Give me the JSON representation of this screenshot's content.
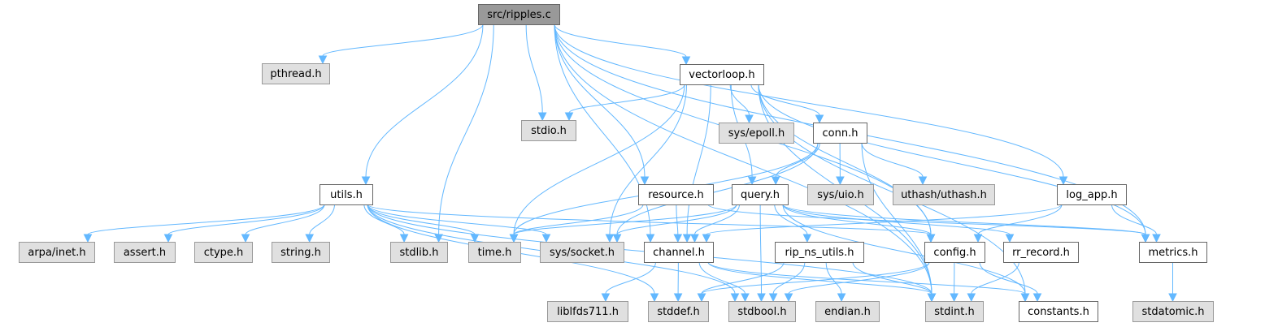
{
  "title": "src/ripples.c",
  "diagram": {
    "type": "include-dependency-graph",
    "colors": {
      "edge": "#63b8ff",
      "root_fill": "#999999",
      "local_fill": "#ffffff",
      "system_fill": "#e0e0e0"
    },
    "nodes": [
      {
        "id": "ripples_c",
        "label": "src/ripples.c",
        "kind": "root"
      },
      {
        "id": "pthread_h",
        "label": "pthread.h",
        "kind": "system"
      },
      {
        "id": "vectorloop_h",
        "label": "vectorloop.h",
        "kind": "local"
      },
      {
        "id": "stdio_h",
        "label": "stdio.h",
        "kind": "system"
      },
      {
        "id": "sys_epoll_h",
        "label": "sys/epoll.h",
        "kind": "system"
      },
      {
        "id": "conn_h",
        "label": "conn.h",
        "kind": "local"
      },
      {
        "id": "utils_h",
        "label": "utils.h",
        "kind": "local"
      },
      {
        "id": "resource_h",
        "label": "resource.h",
        "kind": "local"
      },
      {
        "id": "query_h",
        "label": "query.h",
        "kind": "local"
      },
      {
        "id": "sys_uio_h",
        "label": "sys/uio.h",
        "kind": "system"
      },
      {
        "id": "uthash_h",
        "label": "uthash/uthash.h",
        "kind": "system"
      },
      {
        "id": "log_app_h",
        "label": "log_app.h",
        "kind": "local"
      },
      {
        "id": "arpa_inet_h",
        "label": "arpa/inet.h",
        "kind": "system"
      },
      {
        "id": "assert_h",
        "label": "assert.h",
        "kind": "system"
      },
      {
        "id": "ctype_h",
        "label": "ctype.h",
        "kind": "system"
      },
      {
        "id": "string_h",
        "label": "string.h",
        "kind": "system"
      },
      {
        "id": "stdlib_h",
        "label": "stdlib.h",
        "kind": "system"
      },
      {
        "id": "time_h",
        "label": "time.h",
        "kind": "system"
      },
      {
        "id": "sys_socket_h",
        "label": "sys/socket.h",
        "kind": "system"
      },
      {
        "id": "channel_h",
        "label": "channel.h",
        "kind": "local"
      },
      {
        "id": "rip_ns_utils_h",
        "label": "rip_ns_utils.h",
        "kind": "local"
      },
      {
        "id": "config_h",
        "label": "config.h",
        "kind": "local"
      },
      {
        "id": "rr_record_h",
        "label": "rr_record.h",
        "kind": "local"
      },
      {
        "id": "metrics_h",
        "label": "metrics.h",
        "kind": "local"
      },
      {
        "id": "liblfds711_h",
        "label": "liblfds711.h",
        "kind": "system"
      },
      {
        "id": "stddef_h",
        "label": "stddef.h",
        "kind": "system"
      },
      {
        "id": "stdbool_h",
        "label": "stdbool.h",
        "kind": "system"
      },
      {
        "id": "endian_h",
        "label": "endian.h",
        "kind": "system"
      },
      {
        "id": "stdint_h",
        "label": "stdint.h",
        "kind": "system"
      },
      {
        "id": "constants_h",
        "label": "constants.h",
        "kind": "local"
      },
      {
        "id": "stdatomic_h",
        "label": "stdatomic.h",
        "kind": "system"
      }
    ],
    "edges": [
      [
        "ripples_c",
        "pthread_h"
      ],
      [
        "ripples_c",
        "vectorloop_h"
      ],
      [
        "ripples_c",
        "stdio_h"
      ],
      [
        "ripples_c",
        "utils_h"
      ],
      [
        "ripples_c",
        "stdlib_h"
      ],
      [
        "ripples_c",
        "resource_h"
      ],
      [
        "ripples_c",
        "channel_h"
      ],
      [
        "ripples_c",
        "log_app_h"
      ],
      [
        "ripples_c",
        "metrics_h"
      ],
      [
        "ripples_c",
        "config_h"
      ],
      [
        "ripples_c",
        "stdint_h"
      ],
      [
        "vectorloop_h",
        "stdio_h"
      ],
      [
        "vectorloop_h",
        "sys_epoll_h"
      ],
      [
        "vectorloop_h",
        "conn_h"
      ],
      [
        "vectorloop_h",
        "query_h"
      ],
      [
        "vectorloop_h",
        "time_h"
      ],
      [
        "vectorloop_h",
        "channel_h"
      ],
      [
        "vectorloop_h",
        "config_h"
      ],
      [
        "vectorloop_h",
        "metrics_h"
      ],
      [
        "vectorloop_h",
        "stdint_h"
      ],
      [
        "vectorloop_h",
        "constants_h"
      ],
      [
        "vectorloop_h",
        "sys_socket_h"
      ],
      [
        "conn_h",
        "query_h"
      ],
      [
        "conn_h",
        "sys_uio_h"
      ],
      [
        "conn_h",
        "uthash_h"
      ],
      [
        "conn_h",
        "time_h"
      ],
      [
        "conn_h",
        "sys_socket_h"
      ],
      [
        "conn_h",
        "stdint_h"
      ],
      [
        "utils_h",
        "arpa_inet_h"
      ],
      [
        "utils_h",
        "assert_h"
      ],
      [
        "utils_h",
        "ctype_h"
      ],
      [
        "utils_h",
        "string_h"
      ],
      [
        "utils_h",
        "stdlib_h"
      ],
      [
        "utils_h",
        "time_h"
      ],
      [
        "utils_h",
        "sys_socket_h"
      ],
      [
        "utils_h",
        "stdint_h"
      ],
      [
        "utils_h",
        "stdbool_h"
      ],
      [
        "utils_h",
        "stddef_h"
      ],
      [
        "utils_h",
        "config_h"
      ],
      [
        "resource_h",
        "time_h"
      ],
      [
        "resource_h",
        "channel_h"
      ],
      [
        "resource_h",
        "metrics_h"
      ],
      [
        "query_h",
        "time_h"
      ],
      [
        "query_h",
        "sys_socket_h"
      ],
      [
        "query_h",
        "channel_h"
      ],
      [
        "query_h",
        "rip_ns_utils_h"
      ],
      [
        "query_h",
        "config_h"
      ],
      [
        "query_h",
        "rr_record_h"
      ],
      [
        "query_h",
        "metrics_h"
      ],
      [
        "query_h",
        "stdbool_h"
      ],
      [
        "query_h",
        "constants_h"
      ],
      [
        "log_app_h",
        "channel_h"
      ],
      [
        "log_app_h",
        "config_h"
      ],
      [
        "log_app_h",
        "metrics_h"
      ],
      [
        "channel_h",
        "liblfds711_h"
      ],
      [
        "channel_h",
        "stddef_h"
      ],
      [
        "channel_h",
        "stdbool_h"
      ],
      [
        "channel_h",
        "stdint_h"
      ],
      [
        "channel_h",
        "constants_h"
      ],
      [
        "rip_ns_utils_h",
        "stddef_h"
      ],
      [
        "rip_ns_utils_h",
        "stdbool_h"
      ],
      [
        "rip_ns_utils_h",
        "endian_h"
      ],
      [
        "rip_ns_utils_h",
        "stdint_h"
      ],
      [
        "config_h",
        "stddef_h"
      ],
      [
        "config_h",
        "stdbool_h"
      ],
      [
        "config_h",
        "stdint_h"
      ],
      [
        "config_h",
        "constants_h"
      ],
      [
        "rr_record_h",
        "stdint_h"
      ],
      [
        "metrics_h",
        "stdatomic_h"
      ]
    ]
  }
}
